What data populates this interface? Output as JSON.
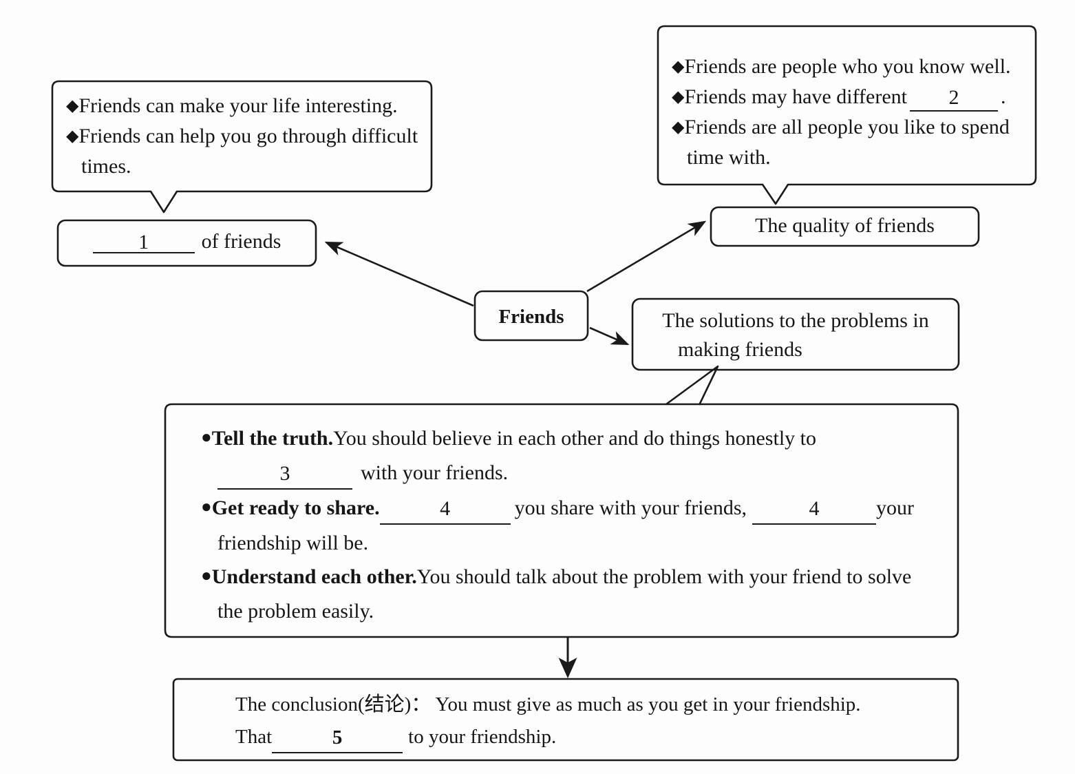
{
  "diagram": {
    "title": "Friends mind map cloze exercise",
    "center_node": {
      "label": "Friends"
    },
    "nodes": {
      "kinds_of_friends": {
        "blank_number": "1",
        "after_blank": "of friends"
      },
      "quality_of_friends": {
        "label": "The quality of friends"
      },
      "solutions": {
        "line1": "The solutions to the problems in",
        "line2": "making friends"
      }
    },
    "bubble_left": {
      "bullet_glyph": "◆",
      "items": [
        {
          "line1": "Friends can make your life interesting."
        },
        {
          "line1": "Friends can help you go through difficult",
          "line2": "times."
        }
      ]
    },
    "bubble_right": {
      "bullet_glyph": "◆",
      "items": [
        {
          "line1": "Friends are people who you know well."
        },
        {
          "line1_a": "Friends may have different",
          "blank_number": "2",
          "line1_b": "."
        },
        {
          "line1": "Friends are all people you like to spend",
          "line2": "time with."
        }
      ]
    },
    "solutions_detail": {
      "bullet_glyph": "●",
      "items": [
        {
          "heading": "Tell the truth.",
          "text_a": "You should believe in each other and do things honestly to",
          "blank_number": "3",
          "text_b": "with your friends."
        },
        {
          "heading": "Get ready to share.",
          "blank_number_1": "4",
          "text_a": "you share with your friends,",
          "blank_number_2": "4",
          "text_b": "your",
          "text_c": "friendship will be."
        },
        {
          "heading": "Understand each other.",
          "text_a": "You should talk about the problem with your friend to solve",
          "text_b": "the problem easily."
        }
      ]
    },
    "conclusion": {
      "line1": "The conclusion(结论)：  You must give as much as you get in your friendship.",
      "line2_a": "That",
      "blank_number": "5",
      "line2_b": "to your friendship."
    },
    "colors": {
      "ink": "#151515",
      "stroke": "#1a1a1a",
      "paper": "#fdfdfd"
    }
  }
}
